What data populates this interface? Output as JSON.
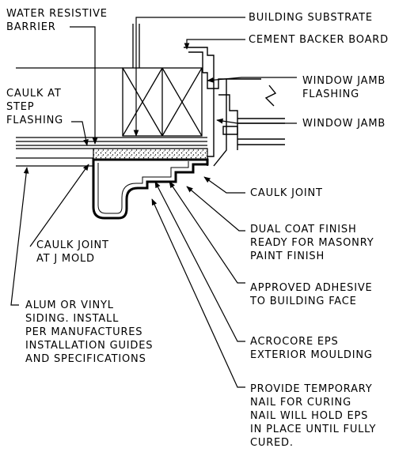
{
  "labels": {
    "water_resistive_barrier": "WATER RESISTIVE\nBARRIER",
    "building_substrate": "BUILDING SUBSTRATE",
    "cement_backer_board": "CEMENT BACKER BOARD",
    "caulk_step_flashing": "CAULK AT\nSTEP\nFLASHING",
    "window_jamb_flashing": "WINDOW JAMB\nFLASHING",
    "window_jamb": "WINDOW JAMB",
    "caulk_joint": "CAULK JOINT",
    "dual_coat": "DUAL COAT FINISH\nREADY FOR MASONRY\nPAINT FINISH",
    "caulk_j_mold": "CAULK JOINT\nAT J MOLD",
    "approved_adhesive": "APPROVED ADHESIVE\nTO BUILDING FACE",
    "alum_vinyl": "ALUM OR VINYL\nSIDING. INSTALL\nPER MANUFACTURES\nINSTALLATION GUIDES\nAND SPECIFICATIONS",
    "acrocore": "ACROCORE EPS\nEXTERIOR MOULDING",
    "temp_nail": "PROVIDE TEMPORARY\nNAIL FOR CURING\nNAIL WILL HOLD EPS\nIN PLACE UNTIL FULLY\nCURED."
  }
}
